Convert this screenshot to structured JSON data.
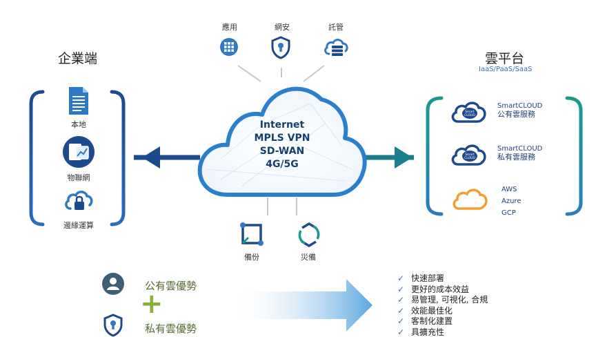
{
  "top_icons": [
    {
      "label": "應用",
      "icon": "app-grid-icon"
    },
    {
      "label": "網安",
      "icon": "shield-lock-icon"
    },
    {
      "label": "託管",
      "icon": "cloud-server-icon"
    }
  ],
  "left": {
    "title": "企業端",
    "items": [
      {
        "label": "本地",
        "icon": "document-icon"
      },
      {
        "label": "物聯網",
        "icon": "iot-device-icon"
      },
      {
        "label": "邊緣運算",
        "icon": "cloud-lock-icon"
      }
    ]
  },
  "right": {
    "title": "雲平台",
    "subtitle": "IaaS/PaaS/SaaS",
    "services": [
      {
        "name": "SmartCLOUD",
        "desc": "公有雲服務",
        "badge": "Smart CLOUD"
      },
      {
        "name": "SmartCLOUD",
        "desc": "私有雲服務",
        "badge": "Smart CLOUD"
      },
      {
        "providers": [
          "AWS",
          "Azure",
          "GCP"
        ]
      }
    ]
  },
  "center": {
    "lines": [
      "Internet",
      "MPLS VPN",
      "SD-WAN",
      "4G/5G"
    ]
  },
  "bottom_icons": [
    {
      "label": "備份",
      "icon": "backup-icon"
    },
    {
      "label": "災備",
      "icon": "disaster-recovery-icon"
    }
  ],
  "advantages": {
    "public": "公有雲優勢",
    "private": "私有雲優勢",
    "plus": "+"
  },
  "benefits": [
    "快速部署",
    "更好的成本效益",
    "易管理, 可視化, 合規",
    "效能最佳化",
    "客制化建置",
    "具擴充性"
  ],
  "check_mark": "✓",
  "colors": {
    "navy": "#1c4a8c",
    "teal": "#1a9a8c",
    "accent_blue": "#2f78c4",
    "orange": "#f0a030",
    "green_plus": "#8bb03a"
  }
}
